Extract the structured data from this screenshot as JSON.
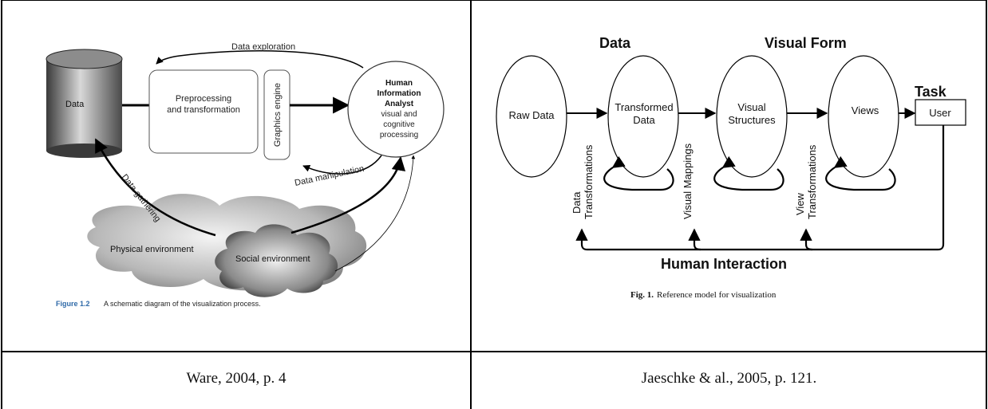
{
  "left_figure": {
    "nodes": {
      "data": "Data",
      "preprocessing_line1": "Preprocessing",
      "preprocessing_line2": "and transformation",
      "graphics_engine": "Graphics engine",
      "analyst_line1": "Human",
      "analyst_line2": "Information",
      "analyst_line3": "Analyst",
      "analyst_line4": "visual and",
      "analyst_line5": "cognitive",
      "analyst_line6": "processing"
    },
    "arrows": {
      "exploration": "Data exploration",
      "manipulation": "Data manipulation",
      "gathering": "Data gathering"
    },
    "environments": {
      "physical": "Physical environment",
      "social": "Social environment"
    },
    "figure_label": "Figure 1.2",
    "figure_caption": "A schematic diagram of the visualization process."
  },
  "right_figure": {
    "headers": {
      "data": "Data",
      "visual_form": "Visual Form",
      "task": "Task"
    },
    "nodes": {
      "raw_data": "Raw Data",
      "transformed_line1": "Transformed",
      "transformed_line2": "Data",
      "visual_structures_line1": "Visual",
      "visual_structures_line2": "Structures",
      "views": "Views",
      "user": "User"
    },
    "transforms": {
      "data_line1": "Data",
      "data_line2": "Transformations",
      "visual_mappings": "Visual Mappings",
      "view_line1": "View",
      "view_line2": "Transformations"
    },
    "human_interaction": "Human Interaction",
    "fig_label": "Fig. 1.",
    "fig_caption": "Reference model for visualization"
  },
  "citations": {
    "left": "Ware, 2004, p. 4",
    "right": "Jaeschke & al., 2005, p. 121."
  }
}
